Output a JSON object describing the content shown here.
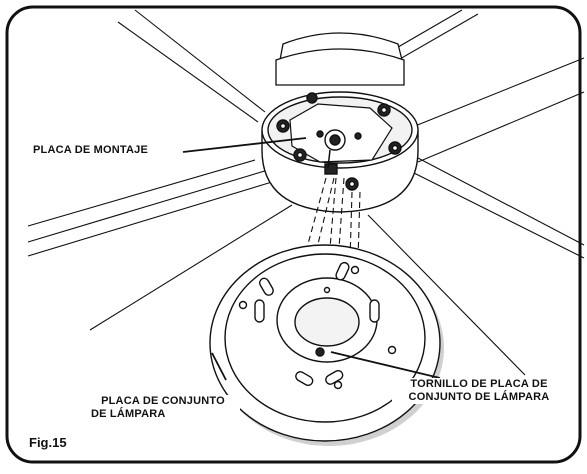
{
  "labels": {
    "mounting_plate": "PLACA DE MONTAJE",
    "lamp_plate_line1": "PLACA DE CONJUNTO",
    "lamp_plate_line2": "DE LÁMPARA",
    "screw_line1": "TORNILLO DE PLACA DE",
    "screw_line2": "CONJUNTO DE LÁMPARA"
  },
  "figure_label": "Fig.15",
  "colors": {
    "line": "#111111",
    "background": "#ffffff",
    "shadow": "#bdbdbd"
  }
}
